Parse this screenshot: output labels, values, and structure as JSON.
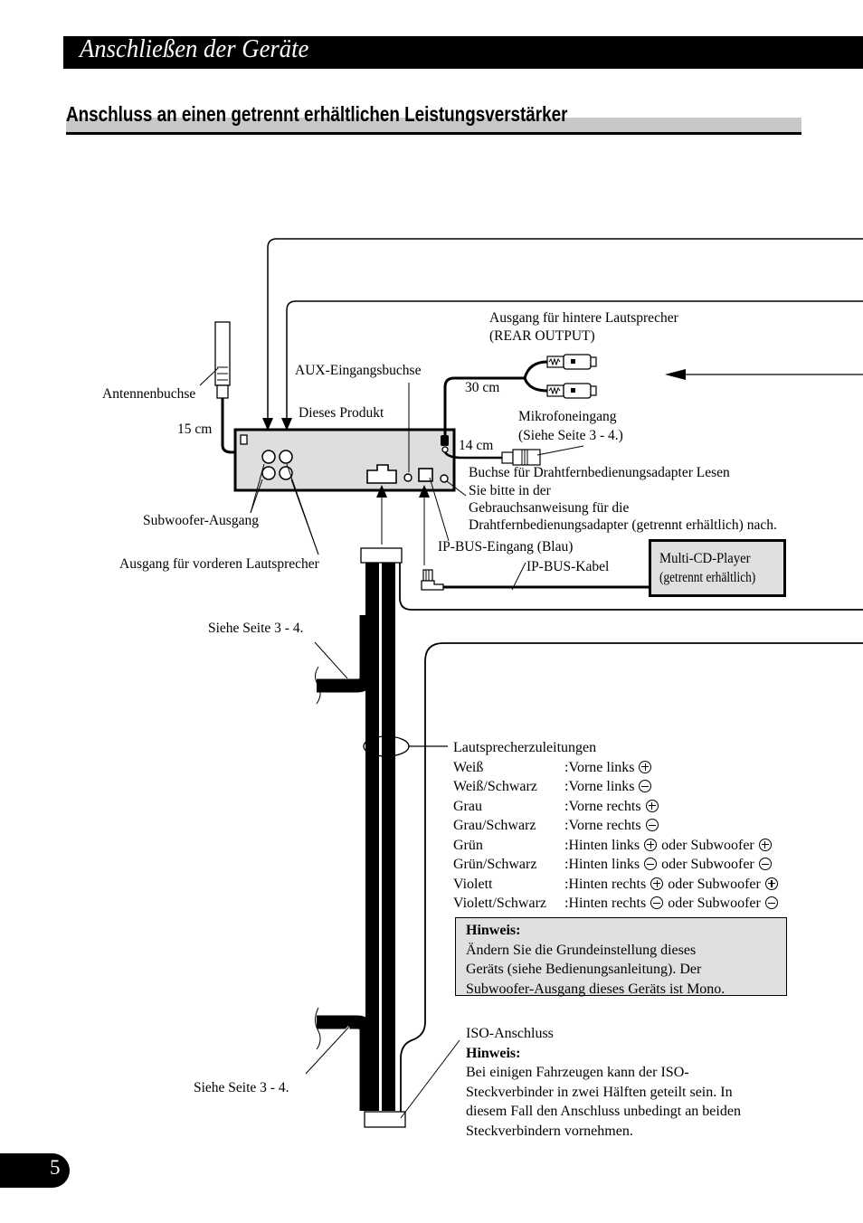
{
  "header": {
    "title": "Anschließen der Geräte"
  },
  "section": {
    "title": "Anschluss an einen getrennt erhältlichen Leistungsverstärker"
  },
  "labels": {
    "rear_output_line1": "Ausgang für hintere Lautsprecher",
    "rear_output_line2": "(REAR OUTPUT)",
    "aux_input": "AUX-Eingangsbuchse",
    "antenna": "Antennenbuchse",
    "length_30": "30 cm",
    "length_15": "15 cm",
    "length_14": "14 cm",
    "this_product": "Dieses Produkt",
    "mic_line1": "Mikrofoneingang",
    "mic_line2": "(Siehe Seite 3 - 4.)",
    "remote_line1": "Buchse für Drahtfernbedienungsadapter Lesen",
    "remote_line2": "Sie bitte in der",
    "remote_line3": "Gebrauchsanweisung für die",
    "remote_line4": "Drahtfernbedienungsadapter (getrennt erhältlich) nach.",
    "subwoofer_out": "Subwoofer-Ausgang",
    "front_out": "Ausgang für vorderen Lautsprecher",
    "ipbus_input": "IP-BUS-Eingang (Blau)",
    "ipbus_cable": "IP-BUS-Kabel",
    "see_page_top": "Siehe Seite 3 - 4.",
    "see_page_bottom": "Siehe Seite 3 - 4."
  },
  "multi_cd": {
    "line1": "Multi-CD-Player",
    "line2": "(getrennt erhältlich)"
  },
  "speaker_leads": {
    "title": "Lautsprecherzuleitungen",
    "rows": [
      {
        "color": "Weiß",
        "parts": [
          ":Vorne links ",
          "plus"
        ]
      },
      {
        "color": "Weiß/Schwarz",
        "parts": [
          ":Vorne links ",
          "minus"
        ]
      },
      {
        "color": "Grau",
        "parts": [
          ":Vorne rechts ",
          "plus"
        ]
      },
      {
        "color": "Grau/Schwarz",
        "parts": [
          ":Vorne rechts ",
          "minus"
        ]
      },
      {
        "color": "Grün",
        "parts": [
          ":Hinten links ",
          "plus",
          " oder Subwoofer ",
          "plus"
        ]
      },
      {
        "color": "Grün/Schwarz",
        "parts": [
          ":Hinten links ",
          "minus",
          " oder Subwoofer ",
          "minus"
        ]
      },
      {
        "color": "Violett",
        "parts": [
          ":Hinten rechts ",
          "plus",
          " oder Subwoofer ",
          "plus"
        ]
      },
      {
        "color": "Violett/Schwarz",
        "parts": [
          ":Hinten rechts ",
          "minus",
          " oder Subwoofer ",
          "minus"
        ]
      }
    ]
  },
  "note_subwoofer": {
    "heading": "Hinweis:",
    "lines": [
      "Ändern Sie die Grundeinstellung dieses",
      "Geräts (siehe Bedienungsanleitung). Der",
      "Subwoofer-Ausgang dieses Geräts ist Mono."
    ]
  },
  "iso": {
    "title": "ISO-Anschluss",
    "heading": "Hinweis:",
    "lines": [
      "Bei einigen Fahrzeugen kann der ISO-",
      "Steckverbinder in zwei Hälften geteilt sein. In",
      "diesem Fall den Anschluss unbedingt an beiden",
      "Steckverbindern vornehmen."
    ]
  },
  "page_number": "5"
}
